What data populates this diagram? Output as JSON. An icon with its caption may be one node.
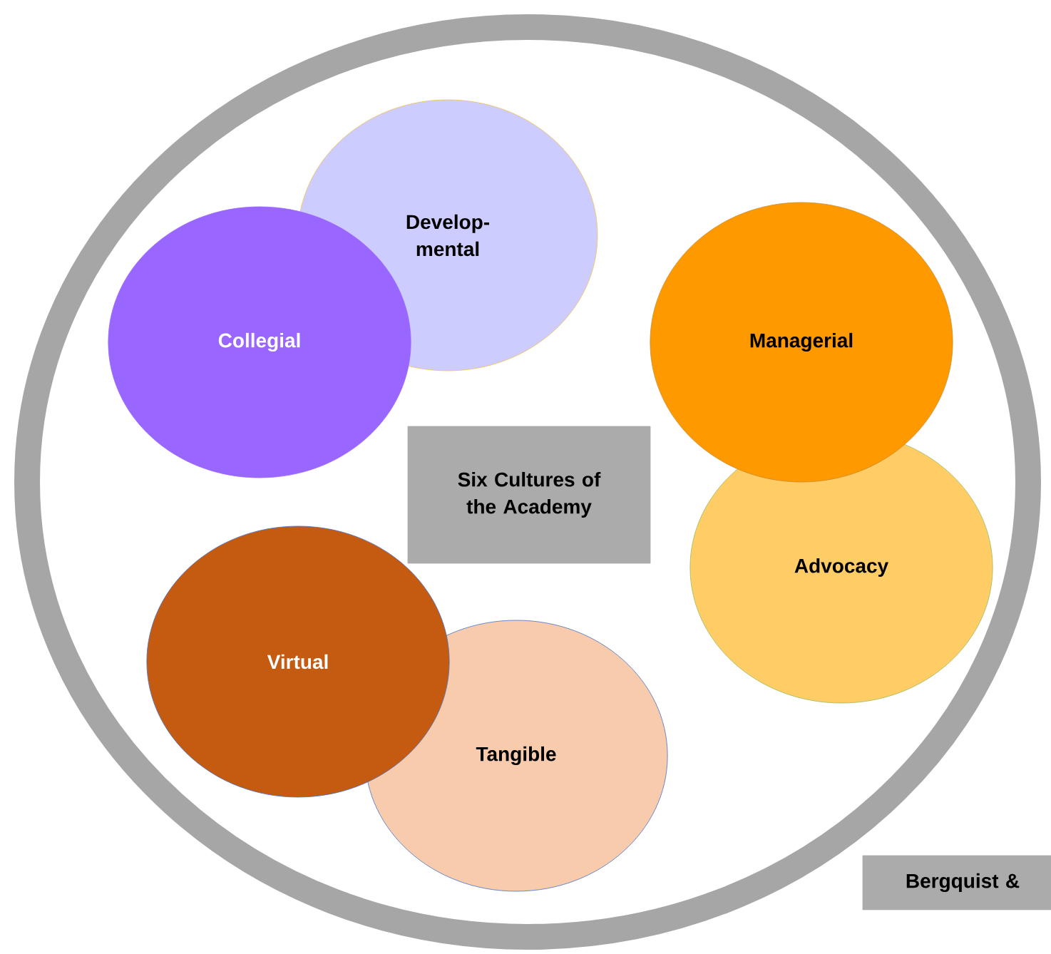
{
  "diagram": {
    "nodes": [
      {
        "text": [],
        "shape": "circle"
      },
      {
        "text": [
          "Develop-mental"
        ],
        "in": 0
      },
      {
        "text": [
          "Collegial"
        ],
        "in": 0
      },
      {
        "text": [
          "Managerial"
        ],
        "in": 0
      },
      {
        "text": [
          "Six Cultures of the Academy"
        ],
        "in": 0
      },
      {
        "text": [
          "Advocacy"
        ],
        "in": 0
      },
      {
        "text": [
          "Virtual"
        ],
        "in": 0
      },
      {
        "text": [
          "Tangible"
        ],
        "in": 0
      },
      {
        "text": [
          "Bergquist &"
        ]
      }
    ]
  }
}
